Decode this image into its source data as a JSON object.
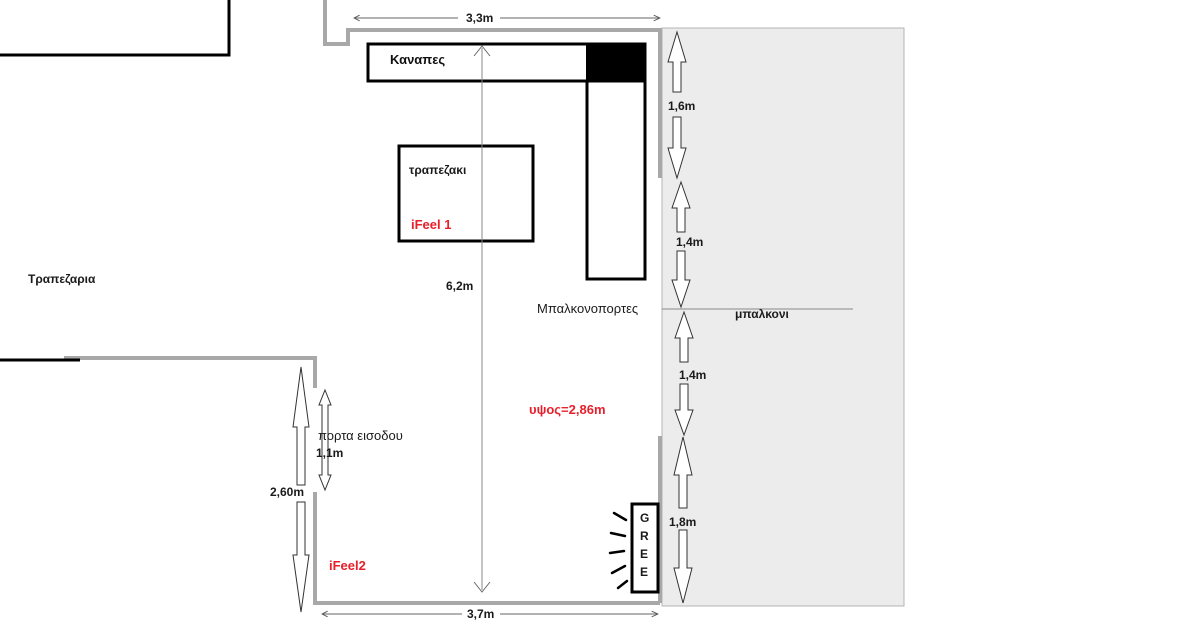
{
  "rooms": {
    "dining": "Τραπεζαρια",
    "balcony": "μπαλκονι"
  },
  "furniture": {
    "sofa": "Καναπες",
    "coffee_table": "τραπεζακι",
    "ac_unit": [
      "G",
      "R",
      "E",
      "E"
    ]
  },
  "sensors": {
    "ifeel1": "iFeel 1",
    "ifeel2": "iFeel2"
  },
  "labels": {
    "balcony_doors": "Μπαλκονοπορτες",
    "entrance_door": "πορτα εισοδου",
    "height": "υψος=2,86m"
  },
  "dimensions": {
    "top_width": "3,3m",
    "bottom_width": "3,7m",
    "room_length": "6,2m",
    "entry_wall": "2,60m",
    "door_width": "1,1m",
    "seg1": "1,6m",
    "seg2": "1,4m",
    "seg3": "1,4m",
    "seg4": "1,8m"
  },
  "colors": {
    "walls": "#a8a8a8",
    "balcony_fill": "#ececec",
    "sensor_text": "#e8202b",
    "furniture_outline": "#000000"
  }
}
